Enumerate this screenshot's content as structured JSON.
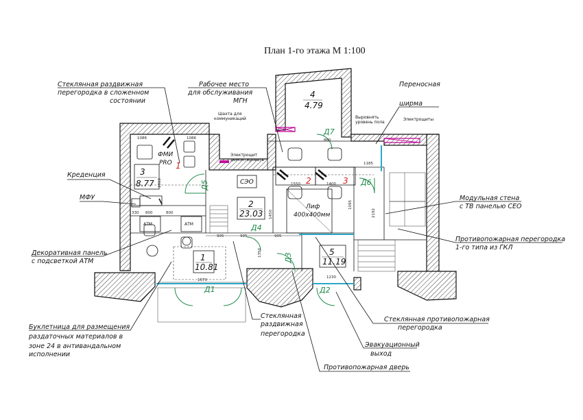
{
  "title": "План 1-го этажа М 1:100",
  "callouts": {
    "glass_sliding_folded": [
      "Стеклянная раздвижная",
      "перегородка в сложенном",
      "состоянии"
    ],
    "workplace_mgn": [
      "Рабочее место",
      "для обслуживания",
      "МГН"
    ],
    "portable_screen": [
      "Переносная",
      "ширма"
    ],
    "credenza": "Креденция",
    "mfu": "МФУ",
    "deco_panel": [
      "Декоративная панель",
      "с подсветкой АТМ"
    ],
    "booklet": [
      "Буклетница для размещения",
      "раздаточных материалов в",
      "зоне 24 в антивандальном",
      "исполнении"
    ],
    "glass_sliding": [
      "Стеклянная",
      "раздвижная",
      "перегородка"
    ],
    "glass_fire": [
      "Стеклянная противопожарная",
      "перегородка"
    ],
    "evac_exit": [
      "Эвакуационный",
      "выход"
    ],
    "fire_door": "Противопожарная дверь",
    "modular_wall": [
      "Модульная стена",
      "с ТВ панелью СЕО"
    ],
    "fire_partition": [
      "Противопожарная перегородка",
      "1-го типа из ГКЛ"
    ]
  },
  "small_notes": {
    "shaft": [
      "Шахта для",
      "коммуникаций"
    ],
    "shield_dismantle": [
      "Электрощит",
      "демонтировать"
    ],
    "level_floor": [
      "Выровнять",
      "уровень пола"
    ],
    "shields": "Электрощиты"
  },
  "rooms": [
    {
      "num": "4",
      "area": "4.79"
    },
    {
      "num": "3",
      "area": "8.77"
    },
    {
      "num": "2",
      "area": "23.03"
    },
    {
      "num": "1",
      "area": "10.81"
    },
    {
      "num": "5",
      "area": "11.19"
    }
  ],
  "doors": {
    "d1": "Д1",
    "d2": "Д2",
    "d3": "Д3",
    "d4": "Д4",
    "d5": "Д5",
    "d6": "Д6",
    "d7": "Д7"
  },
  "labels": {
    "fmi_pro": [
      "ФМИ",
      "PRO"
    ],
    "seo": "СЭО",
    "lift": [
      "Лиф",
      "400x400мм"
    ],
    "atm": "АТМ",
    "red1": "1",
    "red2": "2",
    "red3": "3"
  },
  "dims": {
    "d1086a": "1086",
    "d1086b": "1086",
    "d1010": "1010",
    "d330": "330",
    "d800a": "800",
    "d800b": "800",
    "d905a": "905",
    "d905b": "905",
    "d905c": "905",
    "d1550": "1550",
    "d1400": "1400",
    "d1185": "1185",
    "d1670": "1670",
    "d1230": "1230",
    "d1350": "1350",
    "d860": "860",
    "d1095": "1095",
    "d2192": "2192",
    "d1450": "1450"
  }
}
